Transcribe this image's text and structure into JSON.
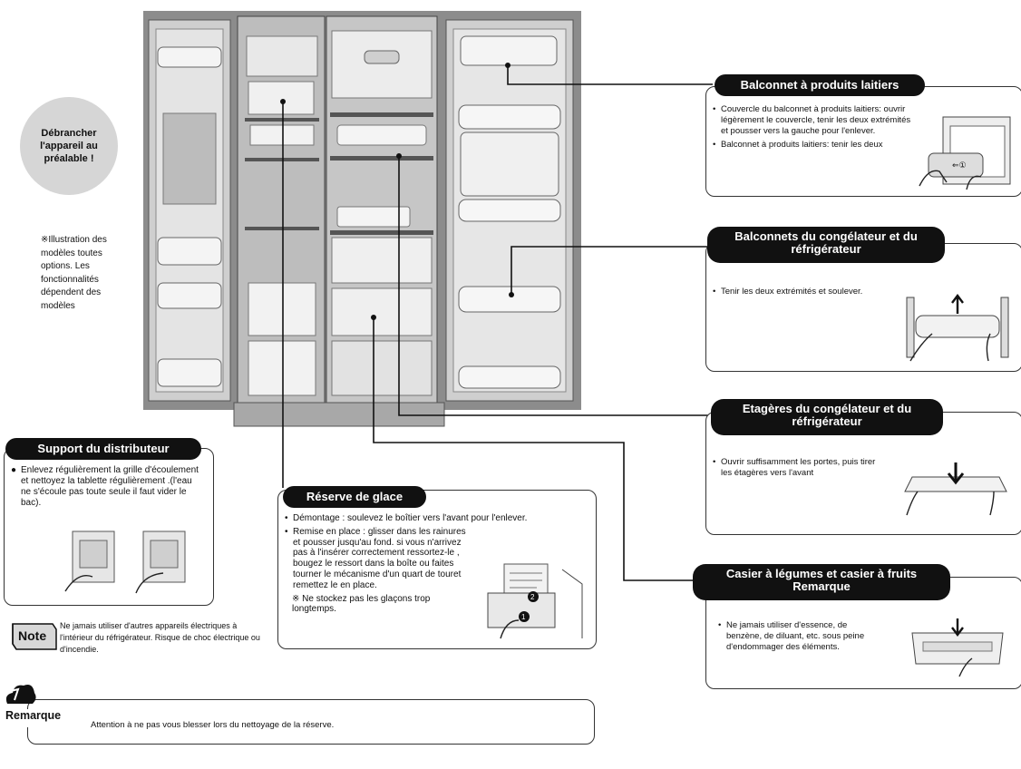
{
  "unplug_notice": "Débrancher l'appareil au préalable !",
  "illustration_note": "※Illustration des modèles toutes options. Les fonctionnalités dépendent des modèles",
  "sections": {
    "dairy": {
      "title": "Balconnet à produits laitiers",
      "items": [
        "Couvercle du balconnet à produits laitiers: ouvrir légèrement le couvercle, tenir les deux extrémités et pousser vers la gauche pour l'enlever.",
        "Balconnet à produits laitiers: tenir les deux"
      ]
    },
    "door_bins": {
      "title": "Balconnets du congélateur et du réfrigérateur",
      "items": [
        "Tenir les deux extrémités et soulever."
      ]
    },
    "shelves": {
      "title": "Etagères du congélateur et du réfrigérateur",
      "items": [
        "Ouvrir suffisamment les portes, puis tirer les étagères vers l'avant"
      ]
    },
    "crisper": {
      "title": "Casier à légumes et casier à fruits Remarque",
      "items": [
        "Ne jamais utiliser d'essence, de benzène, de diluant, etc. sous peine d'endommager des éléments."
      ]
    },
    "dispenser": {
      "title": "Support du distributeur",
      "items": [
        "Enlevez régulièrement la grille d'écoulement et nettoyez la tablette régulièrement .(l'eau ne s'écoule pas toute seule il faut vider le bac)."
      ]
    },
    "ice": {
      "title": "Réserve de glace",
      "items": [
        "Démontage : soulevez le boîtier vers l'avant pour l'enlever.",
        "Remise en place : glisser dans les rainures et pousser jusqu'au fond. si vous n'arrivez pas à l'insérer correctement ressortez-le , bougez le ressort dans la boîte ou faites tourner le mécanisme d'un quart de touret remettez le en place."
      ],
      "note": "※ Ne stockez pas les glaçons trop longtemps."
    }
  },
  "note": {
    "label": "Note",
    "text": "Ne jamais utiliser d'autres appareils électriques à l'intérieur du réfrigérateur. Risque de choc électrique ou d'incendie."
  },
  "remark": {
    "label": "Remarque",
    "text": "Attention à ne pas vous blesser lors du nettoyage de la réserve."
  }
}
